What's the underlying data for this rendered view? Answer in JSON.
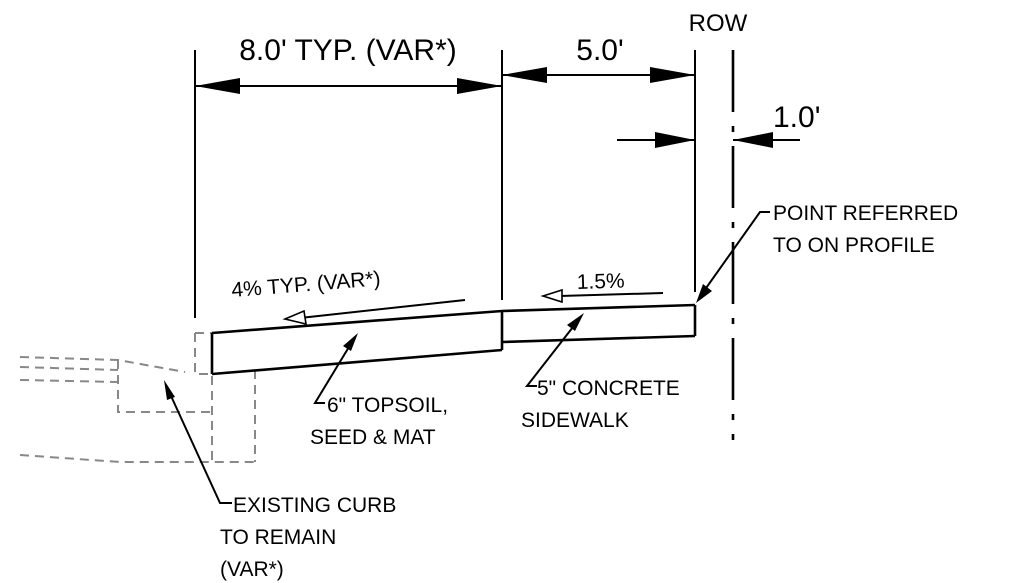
{
  "labels": {
    "row": "ROW",
    "dim_buffer": "8.0' TYP. (VAR*)",
    "dim_sidewalk": "5.0'",
    "dim_offset": "1.0'",
    "point_line1": "POINT REFERRED",
    "point_line2": "TO ON PROFILE",
    "slope_buffer": "4% TYP. (VAR*)",
    "slope_sidewalk": "1.5%",
    "topsoil_line1": "6\" TOPSOIL,",
    "topsoil_line2": "SEED & MAT",
    "concrete_line1": "5\" CONCRETE",
    "concrete_line2": "SIDEWALK",
    "curb_line1": "EXISTING CURB",
    "curb_line2": "TO REMAIN",
    "curb_line3": "(VAR*)"
  }
}
